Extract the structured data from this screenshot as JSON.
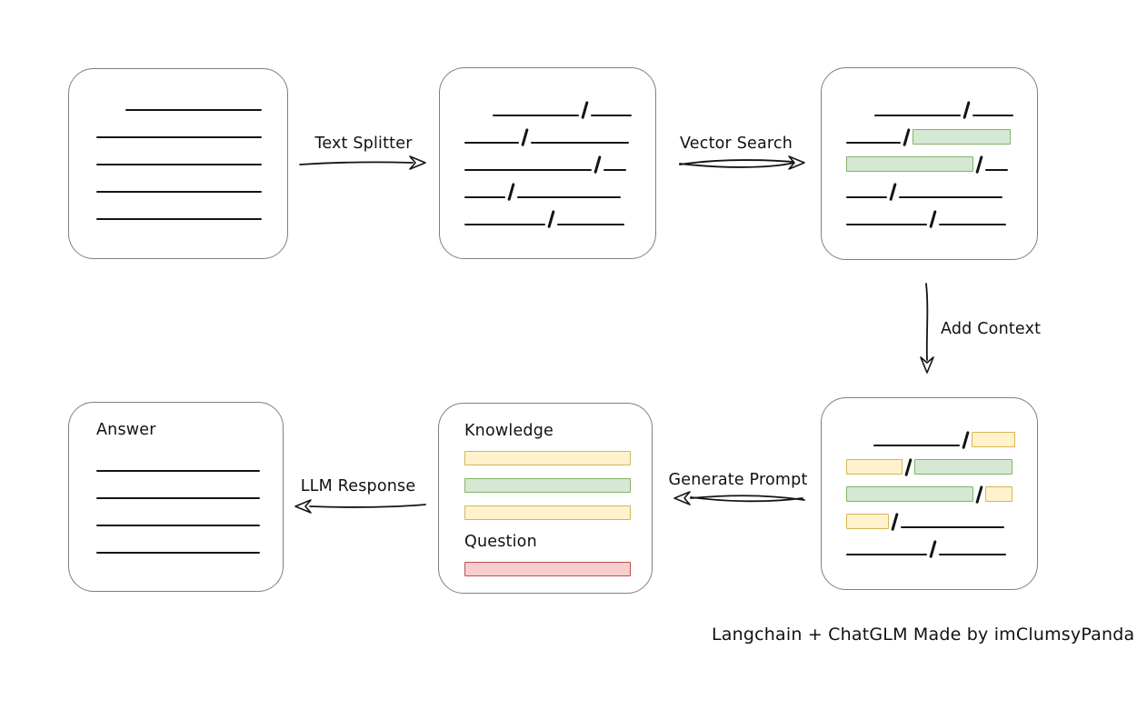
{
  "caption": "Langchain + ChatGLM Made by imClumsyPanda",
  "colors": {
    "line": "#141414",
    "box_border": "#7f7f7f",
    "yellow_fill": "#fff2cc",
    "yellow_border": "#d6b656",
    "green_fill": "#d5e8d4",
    "green_border": "#82b366",
    "red_fill": "#f8cecc",
    "red_border": "#b85450"
  },
  "arrows": {
    "text_splitter": {
      "label": "Text Splitter"
    },
    "vector_search": {
      "label": "Vector Search"
    },
    "add_context": {
      "label": "Add Context"
    },
    "generate_prompt": {
      "label": "Generate Prompt"
    },
    "llm_response": {
      "label": "LLM Response"
    }
  },
  "boxes": {
    "document": {
      "rows": [
        {
          "indent": 32,
          "segs": [
            {
              "t": "line",
              "w": 150
            }
          ]
        },
        {
          "segs": [
            {
              "t": "line",
              "w": 182
            }
          ]
        },
        {
          "segs": [
            {
              "t": "line",
              "w": 182
            }
          ]
        },
        {
          "segs": [
            {
              "t": "line",
              "w": 182
            }
          ]
        },
        {
          "segs": [
            {
              "t": "line",
              "w": 182
            }
          ]
        }
      ]
    },
    "split_chunks": {
      "rows": [
        {
          "indent": 31,
          "segs": [
            {
              "t": "line",
              "w": 95
            },
            {
              "t": "line",
              "w": 45
            }
          ]
        },
        {
          "segs": [
            {
              "t": "line",
              "w": 60
            },
            {
              "t": "line",
              "w": 108
            }
          ]
        },
        {
          "segs": [
            {
              "t": "line",
              "w": 140
            },
            {
              "t": "line",
              "w": 25
            }
          ]
        },
        {
          "segs": [
            {
              "t": "line",
              "w": 45
            },
            {
              "t": "line",
              "w": 114
            }
          ]
        },
        {
          "segs": [
            {
              "t": "line",
              "w": 89
            },
            {
              "t": "line",
              "w": 74
            }
          ]
        }
      ]
    },
    "matched_chunks": {
      "rows": [
        {
          "indent": 31,
          "segs": [
            {
              "t": "line",
              "w": 95
            },
            {
              "t": "line",
              "w": 45
            }
          ]
        },
        {
          "segs": [
            {
              "t": "line",
              "w": 60
            },
            {
              "t": "green",
              "w": 108
            }
          ]
        },
        {
          "segs": [
            {
              "t": "green",
              "w": 140
            },
            {
              "t": "line",
              "w": 25
            }
          ]
        },
        {
          "segs": [
            {
              "t": "line",
              "w": 45
            },
            {
              "t": "line",
              "w": 114
            }
          ]
        },
        {
          "segs": [
            {
              "t": "line",
              "w": 89
            },
            {
              "t": "line",
              "w": 74
            }
          ]
        }
      ]
    },
    "context_chunks": {
      "rows": [
        {
          "indent": 30,
          "segs": [
            {
              "t": "line",
              "w": 95
            },
            {
              "t": "yellow",
              "w": 48
            }
          ]
        },
        {
          "segs": [
            {
              "t": "yellow",
              "w": 62
            },
            {
              "t": "green",
              "w": 108
            }
          ]
        },
        {
          "segs": [
            {
              "t": "green",
              "w": 140
            },
            {
              "t": "yellow",
              "w": 30
            }
          ]
        },
        {
          "segs": [
            {
              "t": "yellow",
              "w": 47
            },
            {
              "t": "line",
              "w": 114
            }
          ]
        },
        {
          "segs": [
            {
              "t": "line",
              "w": 89
            },
            {
              "t": "line",
              "w": 74
            }
          ]
        }
      ]
    },
    "prompt": {
      "items": [
        {
          "type": "label",
          "text": "Knowledge"
        },
        {
          "type": "bar",
          "color": "yellow"
        },
        {
          "type": "bar",
          "color": "green"
        },
        {
          "type": "bar",
          "color": "yellow"
        },
        {
          "type": "label",
          "text": "Question"
        },
        {
          "type": "bar",
          "color": "red"
        }
      ]
    },
    "answer": {
      "label": "Answer",
      "rows": [
        {
          "segs": [
            {
              "t": "line",
              "w": 180
            }
          ]
        },
        {
          "segs": [
            {
              "t": "line",
              "w": 180
            }
          ]
        },
        {
          "segs": [
            {
              "t": "line",
              "w": 180
            }
          ]
        },
        {
          "segs": [
            {
              "t": "line",
              "w": 180
            }
          ]
        }
      ]
    }
  }
}
